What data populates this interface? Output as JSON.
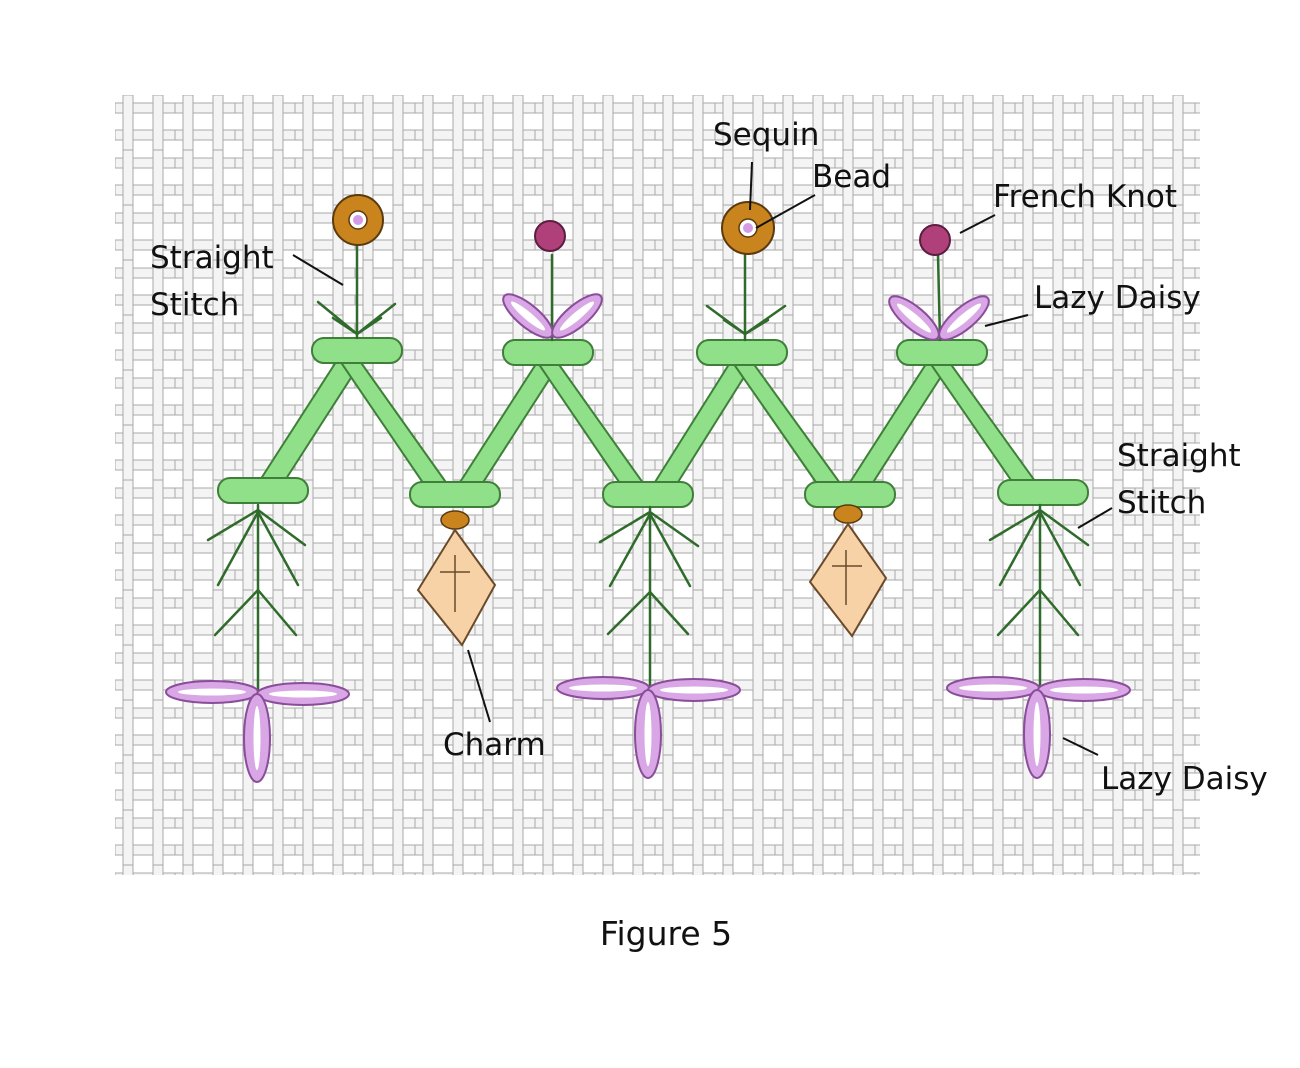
{
  "figure": {
    "caption": "Figure 5",
    "labels": {
      "straight_stitch_top_1": "Straight",
      "straight_stitch_top_2": "Stitch",
      "sequin": "Sequin",
      "bead": "Bead",
      "french_knot": "French Knot",
      "lazy_daisy_top": "Lazy Daisy",
      "straight_stitch_right_1": "Straight",
      "straight_stitch_right_2": "Stitch",
      "charm": "Charm",
      "lazy_daisy_bottom": "Lazy Daisy"
    }
  },
  "colors": {
    "canvas_thread": "#c9c9c9",
    "canvas_thread_edge": "#9c9c9c",
    "couching_green": "#8fe089",
    "couching_green_edge": "#3f7f3a",
    "stem_dark_green": "#2f6b2a",
    "lazy_daisy_purple": "#d9a6e6",
    "lazy_daisy_edge": "#8a4d99",
    "french_knot": "#b0407a",
    "sequin": "#c9841e",
    "bead": "#d49be6",
    "charm": "#f7d2a6",
    "charm_edge": "#6a4a2a",
    "leader_line": "#111111"
  }
}
